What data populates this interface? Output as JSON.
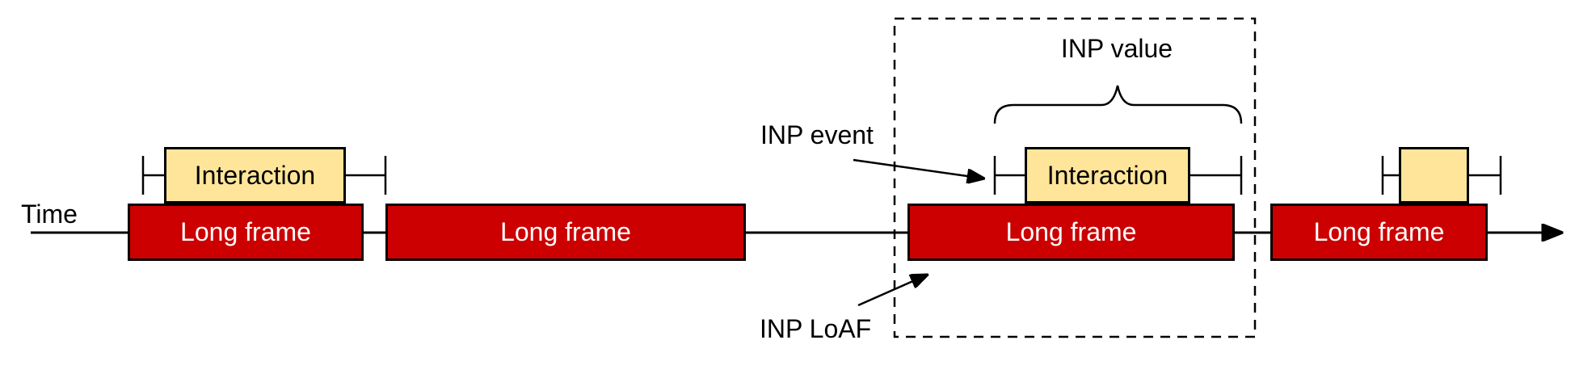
{
  "axis": {
    "label": "Time"
  },
  "frames": [
    {
      "label": "Long frame"
    },
    {
      "label": "Long frame"
    },
    {
      "label": "Long frame"
    },
    {
      "label": "Long frame"
    }
  ],
  "interactions": [
    {
      "label": "Interaction"
    },
    {
      "label": "Interaction"
    },
    {
      "label": ""
    }
  ],
  "annotations": {
    "inp_value": "INP value",
    "inp_event": "INP event",
    "inp_loaf": "INP LoAF"
  },
  "colors": {
    "frame_fill": "#cc0000",
    "frame_text": "#ffffff",
    "interaction_fill": "#ffe599",
    "stroke": "#000000",
    "background": "#ffffff"
  }
}
